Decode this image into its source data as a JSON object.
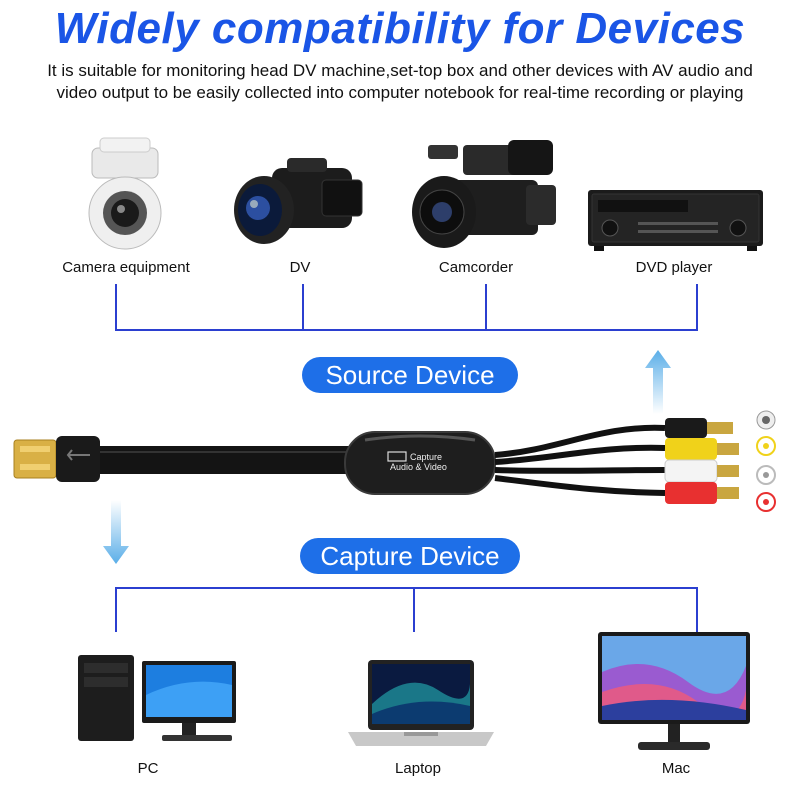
{
  "header": {
    "title": "Widely compatibility for Devices",
    "subtitle_line1": "It is suitable for monitoring head DV machine,set-top box and other devices with AV audio and",
    "subtitle_line2": "video output to be easily collected into computer notebook for real-time recording or playing"
  },
  "source_devices": [
    {
      "label": "Camera equipment",
      "icon": "security-camera-icon"
    },
    {
      "label": "DV",
      "icon": "handycam-icon"
    },
    {
      "label": "Camcorder",
      "icon": "camcorder-icon"
    },
    {
      "label": "DVD player",
      "icon": "dvd-player-icon"
    }
  ],
  "source_pill": "Source Device",
  "capture_pill": "Capture Device",
  "cable": {
    "box_line1": "Capture",
    "box_line2": "Audio & Video"
  },
  "capture_devices": [
    {
      "label": "PC",
      "icon": "desktop-pc-icon"
    },
    {
      "label": "Laptop",
      "icon": "laptop-icon"
    },
    {
      "label": "Mac",
      "icon": "monitor-icon"
    }
  ],
  "colors": {
    "title": "#1a55e6",
    "pill": "#1e6fe8",
    "bracket": "#2b3fd0",
    "arrow": "#5aaee8"
  }
}
